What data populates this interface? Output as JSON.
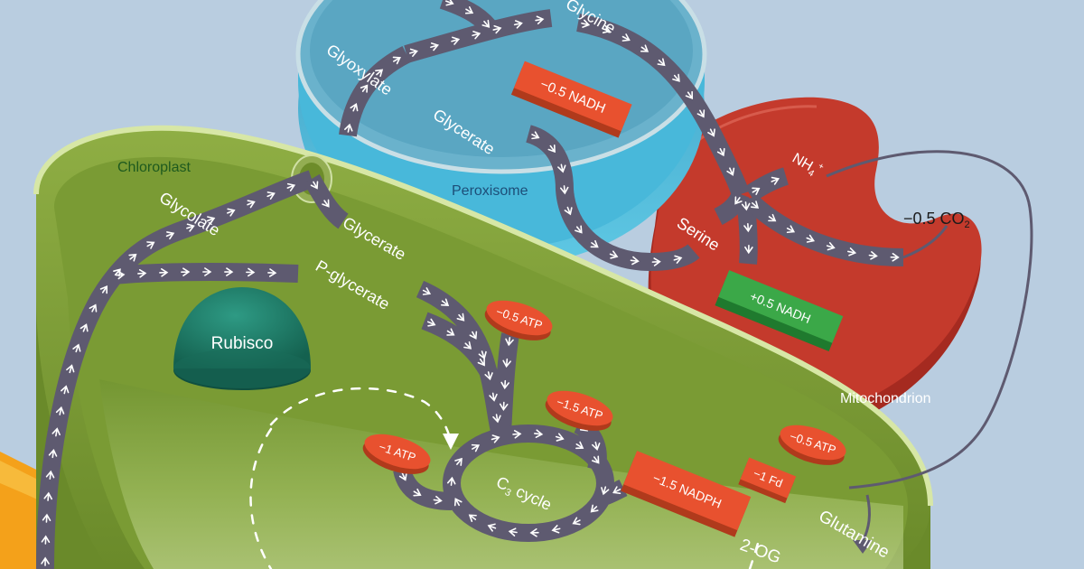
{
  "compartments": {
    "chloroplast": "Chloroplast",
    "peroxisome": "Peroxisome",
    "mitochondrion": "Mitochondrion"
  },
  "enzymes": {
    "rubisco": "Rubisco"
  },
  "metabolites": {
    "glyoxylate": "Glyoxylate",
    "glycine": "Glycine",
    "glycerate_perox": "Glycerate",
    "glycolate": "Glycolate",
    "glycerate_chloro": "Glycerate",
    "p_glycerate": "P-glycerate",
    "c3_cycle": "C",
    "c3_sub": "3",
    "c3_rest": " cycle",
    "serine": "Serine",
    "nh4": "NH",
    "nh4_sub": "4",
    "nh4_sup": "+",
    "co2": "−0.5 CO",
    "co2_sub": "2",
    "two_og": "2-OG",
    "glutamine": "Glutamine"
  },
  "costs": {
    "perox_nadh": "−0.5 NADH",
    "mito_nadh": "+0.5 NADH",
    "atp_05_a": "−0.5 ATP",
    "atp_15": "−1.5 ATP",
    "atp_1": "−1 ATP",
    "nadph": "−1.5 NADPH",
    "fd": "−1 Fd",
    "atp_05_b": "−0.5 ATP"
  },
  "colors": {
    "background": "#b9cde0",
    "chloroplast": "#7c9b36",
    "peroxisome": "#58a9c6",
    "mitochondrion": "#c43a2c",
    "flow_arrow": "#5e5a70",
    "cost_red": "#e8512f",
    "gain_green": "#3ba848",
    "rubisco": "#1f7d6b"
  }
}
